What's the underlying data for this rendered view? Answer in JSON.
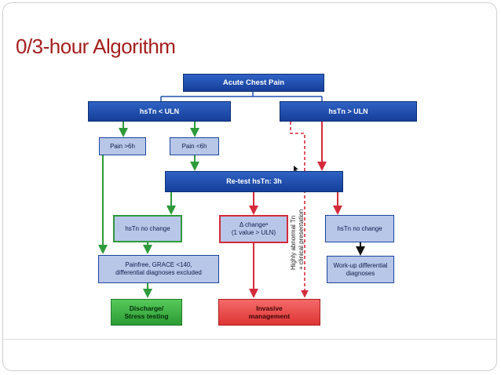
{
  "title": "0/3-hour Algorithm",
  "nodes": {
    "acute_chest_pain": "Acute Chest Pain",
    "hstn_below_uln": "hsTn < ULN",
    "hstn_above_uln": "hsTn > ULN",
    "pain_gt_6h": "Pain >6h",
    "pain_lt_6h": "Pain <6h",
    "retest": "Re-test hsTn: 3h",
    "no_change_left": "hsTn no change",
    "delta_change_line1": "Δ changeᵃ",
    "delta_change_line2": "(1 value > ULN)",
    "no_change_right": "hsTn no change",
    "painfree_line1": "Painfree, GRACE <140,",
    "painfree_line2": "differential diagnoses excluded",
    "workup_line1": "Work-up differential",
    "workup_line2": "diagnoses",
    "discharge_line1": "Discharge/",
    "discharge_line2": "Stress testing",
    "invasive_line1": "Invasive",
    "invasive_line2": "management"
  },
  "side_label": {
    "line1": "Highly abnormal Tn",
    "line2": "+ clinical presentation"
  },
  "colors": {
    "title": "#a51e1e",
    "dark_box": "#1f4fae",
    "light_box": "#b8c6e8",
    "green_arrow": "#2e9a3a",
    "red_arrow": "#d42a3a",
    "black_arrow": "#111111"
  }
}
